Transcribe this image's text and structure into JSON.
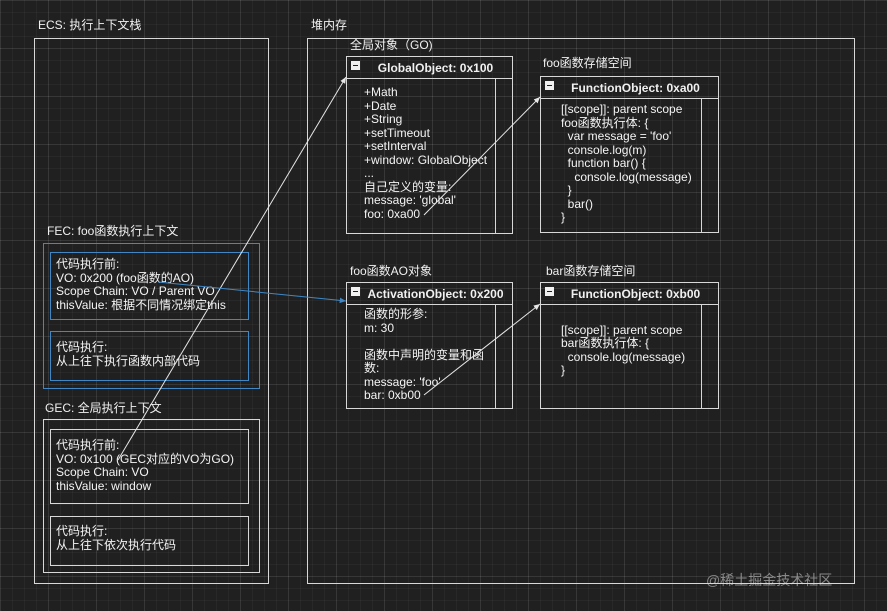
{
  "ecs": {
    "title": "ECS: 执行上下文栈",
    "fec": {
      "title": "FEC: foo函数执行上下文",
      "before_text": "代码执行前:\nVO: 0x200 (foo函数的AO)\nScope Chain: VO / Parent VO\nthisValue: 根据不同情况绑定this",
      "exec_text": "代码执行:\n从上往下执行函数内部代码"
    },
    "gec": {
      "title": "GEC: 全局执行上下文",
      "before_text": "代码执行前:\nVO: 0x100 (GEC对应的VO为GO)\nScope Chain: VO\nthisValue: window",
      "exec_text": "代码执行:\n从上往下依次执行代码"
    }
  },
  "heap": {
    "title": "堆内存",
    "go": {
      "label": "全局对象（GO)",
      "class_title": "GlobalObject: 0x100",
      "lines": "+Math\n+Date\n+String\n+setTimeout\n+setInterval\n+window: GlobalObject\n...\n自己定义的变量:\nmessage: 'global'\nfoo: 0xa00"
    },
    "foo_fn": {
      "label": "foo函数存储空间",
      "class_title": "FunctionObject: 0xa00",
      "lines": "[[scope]]: parent scope\nfoo函数执行体: {\n  var message = 'foo'\n  console.log(m)\n  function bar() {\n    console.log(message)\n  }\n  bar()\n}"
    },
    "ao": {
      "label": "foo函数AO对象",
      "class_title": "ActivationObject: 0x200",
      "lines": "函数的形参:\nm: 30\n\n函数中声明的变量和函\n数:\nmessage: 'foo'\nbar: 0xb00"
    },
    "bar_fn": {
      "label": "bar函数存储空间",
      "class_title": "FunctionObject: 0xb00",
      "lines": "\n[[scope]]: parent scope\nbar函数执行体: {\n  console.log(message)\n}"
    }
  },
  "watermark": "@稀土掘金技术社区",
  "colors": {
    "background": "#202020",
    "frame": "#d8d8d8",
    "highlight_frame": "#3f88c5",
    "arrow_white": "#e6e6e6",
    "arrow_blue": "#3f88c5"
  }
}
